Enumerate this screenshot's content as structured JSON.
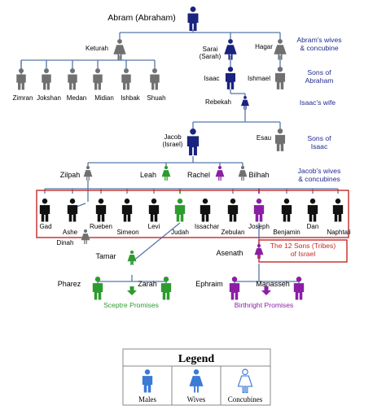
{
  "colors": {
    "line": "#5577aa",
    "male": "#1a237e",
    "grey": "#707070",
    "black": "#111111",
    "green": "#2e9b2e",
    "purple": "#8a1fa5",
    "red_box": "#c62828",
    "note_blue": "#1f2a8f",
    "legend_blue": "#3a7bd5"
  },
  "people": {
    "abram": "Abram (Abraham)",
    "keturah": "Keturah",
    "sarai": "Sarai\n(Sarah)",
    "hagar": "Hagar",
    "zimran": "Zimran",
    "jokshan": "Jokshan",
    "medan": "Medan",
    "midian": "Midian",
    "ishbak": "Ishbak",
    "shuah": "Shuah",
    "isaac": "Isaac",
    "ishmael": "Ishmael",
    "rebekah": "Rebekah",
    "jacob": "Jacob\n(Israel)",
    "esau": "Esau",
    "zilpah": "Zilpah",
    "leah": "Leah",
    "rachel": "Rachel",
    "bilhah": "Bilhah",
    "gad": "Gad",
    "ashe": "Ashe",
    "rueben": "Rueben",
    "simeon": "Simeon",
    "levi": "Levi",
    "judah": "Judah",
    "issachar": "Issachar",
    "zebulan": "Zebulan",
    "joseph": "Joseph",
    "benjamin": "Benjamin",
    "dan": "Dan",
    "naphtali": "Naphtali",
    "dinah": "Dinah",
    "tamar": "Tamar",
    "asenath": "Asenath",
    "pharez": "Pharez",
    "zarah": "Zarah",
    "ephraim": "Ephraim",
    "manasseh": "Manasseh"
  },
  "notes": {
    "abrams_wives": "Abram's wives\n& concubine",
    "sons_of_abraham": "Sons of\nAbraham",
    "isaacs_wife": "Isaac's wife",
    "sons_of_isaac": "Sons of\nIsaac",
    "jacobs_wives": "Jacob's wives\n& concubines",
    "twelve_sons": "The 12 Sons (Tribes)\nof Israel",
    "sceptre": "Sceptre Promises",
    "birthright": "Birthright Promises"
  },
  "legend": {
    "title": "Legend",
    "males": "Males",
    "wives": "Wives",
    "concubines": "Concubines"
  }
}
